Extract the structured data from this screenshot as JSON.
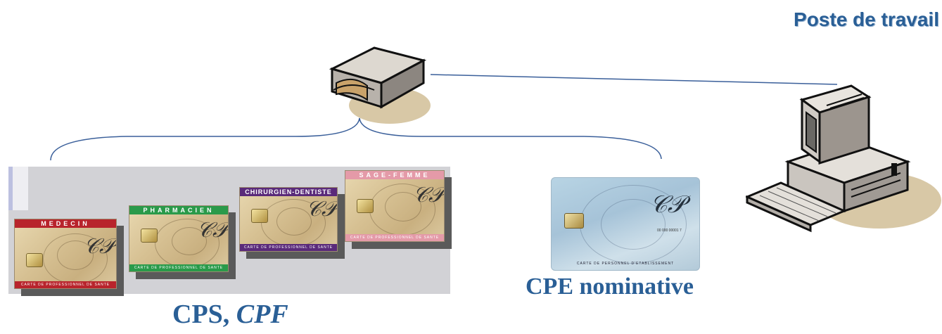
{
  "workstation_label": "Poste de travail",
  "cps_caption_main": "CPS, ",
  "cps_caption_italic": "CPF",
  "cpe_caption": "CPE nominative",
  "cards": [
    {
      "band_text": "MEDECIN",
      "band_color": "#b8242c",
      "bottom_text": "CARTE DE PROFESSIONNEL DE SANTE",
      "bottom_color": "#b8242c"
    },
    {
      "band_text": "PHARMACIEN",
      "band_color": "#2a9a4a",
      "bottom_text": "CARTE DE PROFESSIONNEL DE SANTE",
      "bottom_color": "#2a9a4a"
    },
    {
      "band_text": "CHIRURGIEN-DENTISTE",
      "band_color": "#5a2a7a",
      "bottom_text": "CARTE DE PROFESSIONNEL DE SANTE",
      "bottom_color": "#5a2a7a"
    },
    {
      "band_text": "SAGE-FEMME",
      "band_color": "#e49aa8",
      "bottom_text": "CARTE DE PROFESSIONNEL DE SANTE",
      "bottom_color": "#e49aa8"
    }
  ],
  "card_logo": "cps",
  "cpe_card": {
    "logo": "cps",
    "number": "00 000 00001 7",
    "bottom_text": "CARTE DE PERSONNEL D'ETABLISSEMENT"
  },
  "colors": {
    "accent_blue": "#2a5f96",
    "line_blue": "#3a5f9a"
  },
  "icons": {
    "reader": "smart-card-reader-icon",
    "computer": "desktop-computer-icon"
  }
}
